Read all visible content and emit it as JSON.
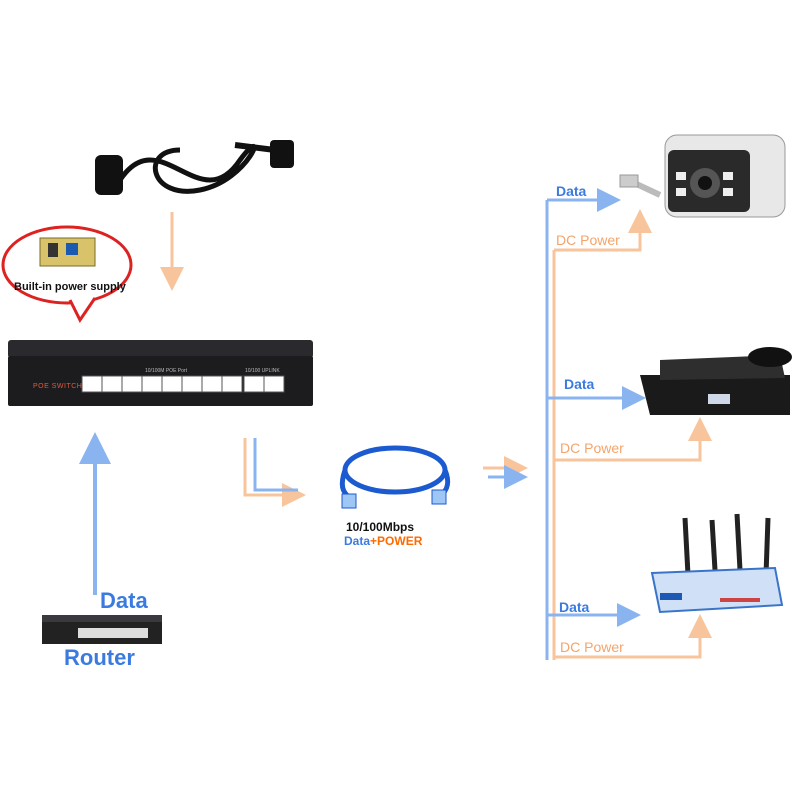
{
  "labels": {
    "builtin_power": "Built-in power supply",
    "switch_badge": "POE SWITCH",
    "switch_group_left": "10/100M POE Port",
    "switch_group_right": "10/100 UPLINK",
    "router_data": "Data",
    "router": "Router",
    "cable_speed": "10/100Mbps",
    "cable_data": "Data",
    "cable_plus_power": "+POWER",
    "camera_data": "Data",
    "camera_dc": "DC Power",
    "phone_data": "Data",
    "phone_dc": "DC Power",
    "ap_data": "Data",
    "ap_dc": "DC Power"
  },
  "colors": {
    "data_line": "#8ab4f0",
    "power_line": "#f8c49c",
    "data_text": "#3b7be0",
    "power_text": "#f4a46b",
    "power_emph": "#ff6a00"
  }
}
